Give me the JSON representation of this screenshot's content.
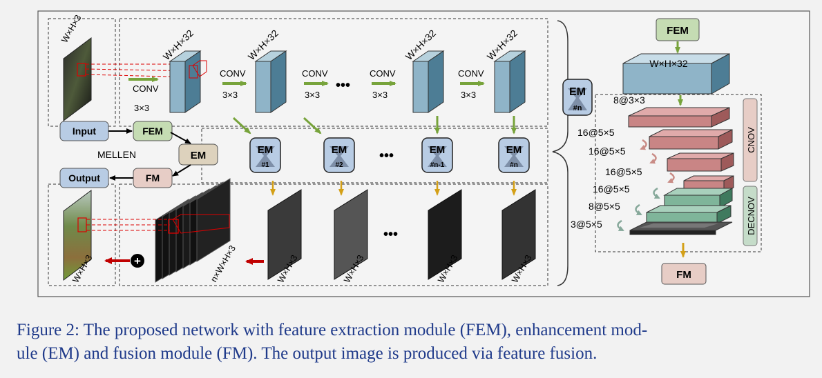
{
  "figure": {
    "labels": {
      "conv": "CONV",
      "kernel": "3×3",
      "fmap32": "W×H×32",
      "img3": "W×H×3",
      "nimg": "n×W×H×3",
      "dots": "•••",
      "input": "Input",
      "fem": "FEM",
      "em": "EM",
      "fm": "FM",
      "output": "Output",
      "mellen": "MELLEN",
      "plus": "+"
    },
    "em_blocks": [
      "#1",
      "#2",
      "#n-1",
      "#n"
    ],
    "em_detail": {
      "title": "EM",
      "tag": "#n",
      "top": "FEM",
      "input_size": "W×H×32",
      "layers": [
        "8@3×3",
        "16@5×5",
        "16@5×5",
        "16@5×5",
        "16@5×5",
        "8@5×5",
        "3@5×5"
      ],
      "cnov": "CNOV",
      "decnov": "DECNOV",
      "bottom": "FM"
    },
    "colors": {
      "green_box": "#c5dcb3",
      "blue_box": "#b8cce4",
      "tan_box": "#ddd2bd",
      "pink_box": "#e7cdc6",
      "cube": "#8fb4c8",
      "arrow_green": "#77a33b",
      "arrow_gold": "#d4a017",
      "arrow_red": "#c00000",
      "em_face": "#7e8fa8"
    }
  },
  "caption": {
    "line1": "Figure 2: The proposed network with feature extraction module (FEM), enhancement mod-",
    "line2": "ule (EM) and fusion module (FM). The output image is produced via feature fusion."
  }
}
